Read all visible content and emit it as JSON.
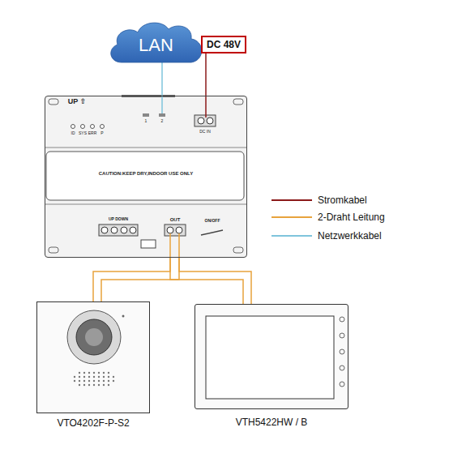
{
  "diagram": {
    "nodes": [
      {
        "text": [
          "LAN"
        ]
      },
      {
        "text": [
          "DC 48V"
        ]
      },
      {
        "text": [
          "CAUTION:KEEP DRY,INDOOR USE ONLY"
        ]
      },
      {
        "text": [
          "VTO4202F-P-S2"
        ]
      },
      {
        "text": [
          "VTH5422HW / B"
        ]
      }
    ],
    "edges": [
      {
        "from": 0,
        "to": 2,
        "arrow": "none"
      },
      {
        "from": 1,
        "to": 2,
        "arrow": "none"
      },
      {
        "from": 2,
        "to": 3,
        "arrow": "none"
      },
      {
        "from": 2,
        "to": 4,
        "arrow": "none"
      }
    ],
    "labels": [
      "UP ⇧",
      "1",
      "2",
      "ID",
      "SYS",
      "ERR",
      "P",
      "DC IN",
      "UP DOWN",
      "OUT",
      "ON/OFF"
    ],
    "legend": [
      {
        "text": "Stromkabel",
        "color": "#8b1a1a"
      },
      {
        "text": "2-Draht Leitung",
        "color": "#e8a33d"
      },
      {
        "text": "Netzwerkkabel",
        "color": "#7fc4dc"
      }
    ]
  }
}
